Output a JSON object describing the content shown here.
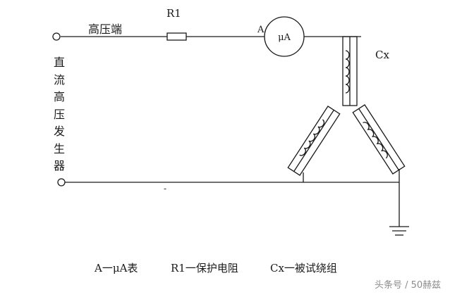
{
  "labels": {
    "hv_terminal": "高压端",
    "resistor": "R1",
    "ammeter_node": "A",
    "ammeter_symbol": "μA",
    "winding": "Cx",
    "minus": "-",
    "generator": "直流高压发生器"
  },
  "legend": {
    "ammeter": "A一μA表",
    "resistor": "R1一保护电阻",
    "winding": "Cx一被试绕组"
  },
  "watermark": "头条号 / 50赫兹",
  "colors": {
    "line": "#1a1a1a",
    "background": "#ffffff",
    "watermark": "#8c8c8c"
  }
}
